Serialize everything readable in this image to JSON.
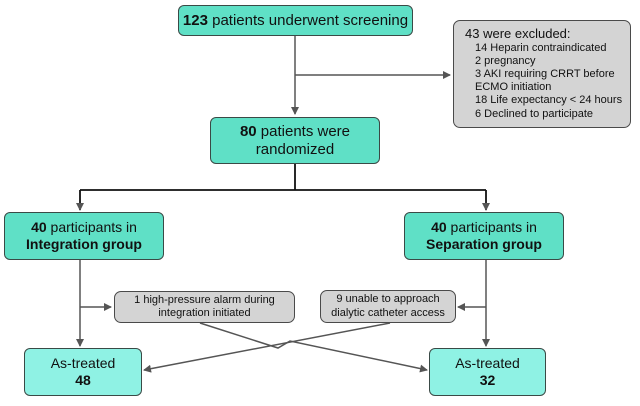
{
  "screening": {
    "count": "123",
    "text": " patients underwent screening"
  },
  "excluded": {
    "title": "43 were excluded:",
    "items": [
      "14 Heparin contraindicated",
      "2 pregnancy",
      "3 AKI requiring CRRT before",
      "ECMO initiation",
      "18 Life expectancy < 24 hours",
      "6 Declined to participate"
    ]
  },
  "randomized": {
    "count": "80",
    "line1": " patients were",
    "line2": "randomized"
  },
  "integration": {
    "count": "40",
    "line1": " participants in",
    "group": "Integration group"
  },
  "separation": {
    "count": "40",
    "line1": " participants in",
    "group": "Separation group"
  },
  "note_left": {
    "line1": "1 high-pressure alarm during",
    "line2": "integration initiated"
  },
  "note_right": {
    "line1": "9 unable to approach",
    "line2": "dialytic catheter access"
  },
  "astreated_left": {
    "label": "As-treated",
    "value": "48"
  },
  "astreated_right": {
    "label": "As-treated",
    "value": "32"
  },
  "colors": {
    "teal": "#5fe0c6",
    "aqua": "#8ff2e4",
    "grey": "#d4d4d4",
    "line": "#555555"
  }
}
